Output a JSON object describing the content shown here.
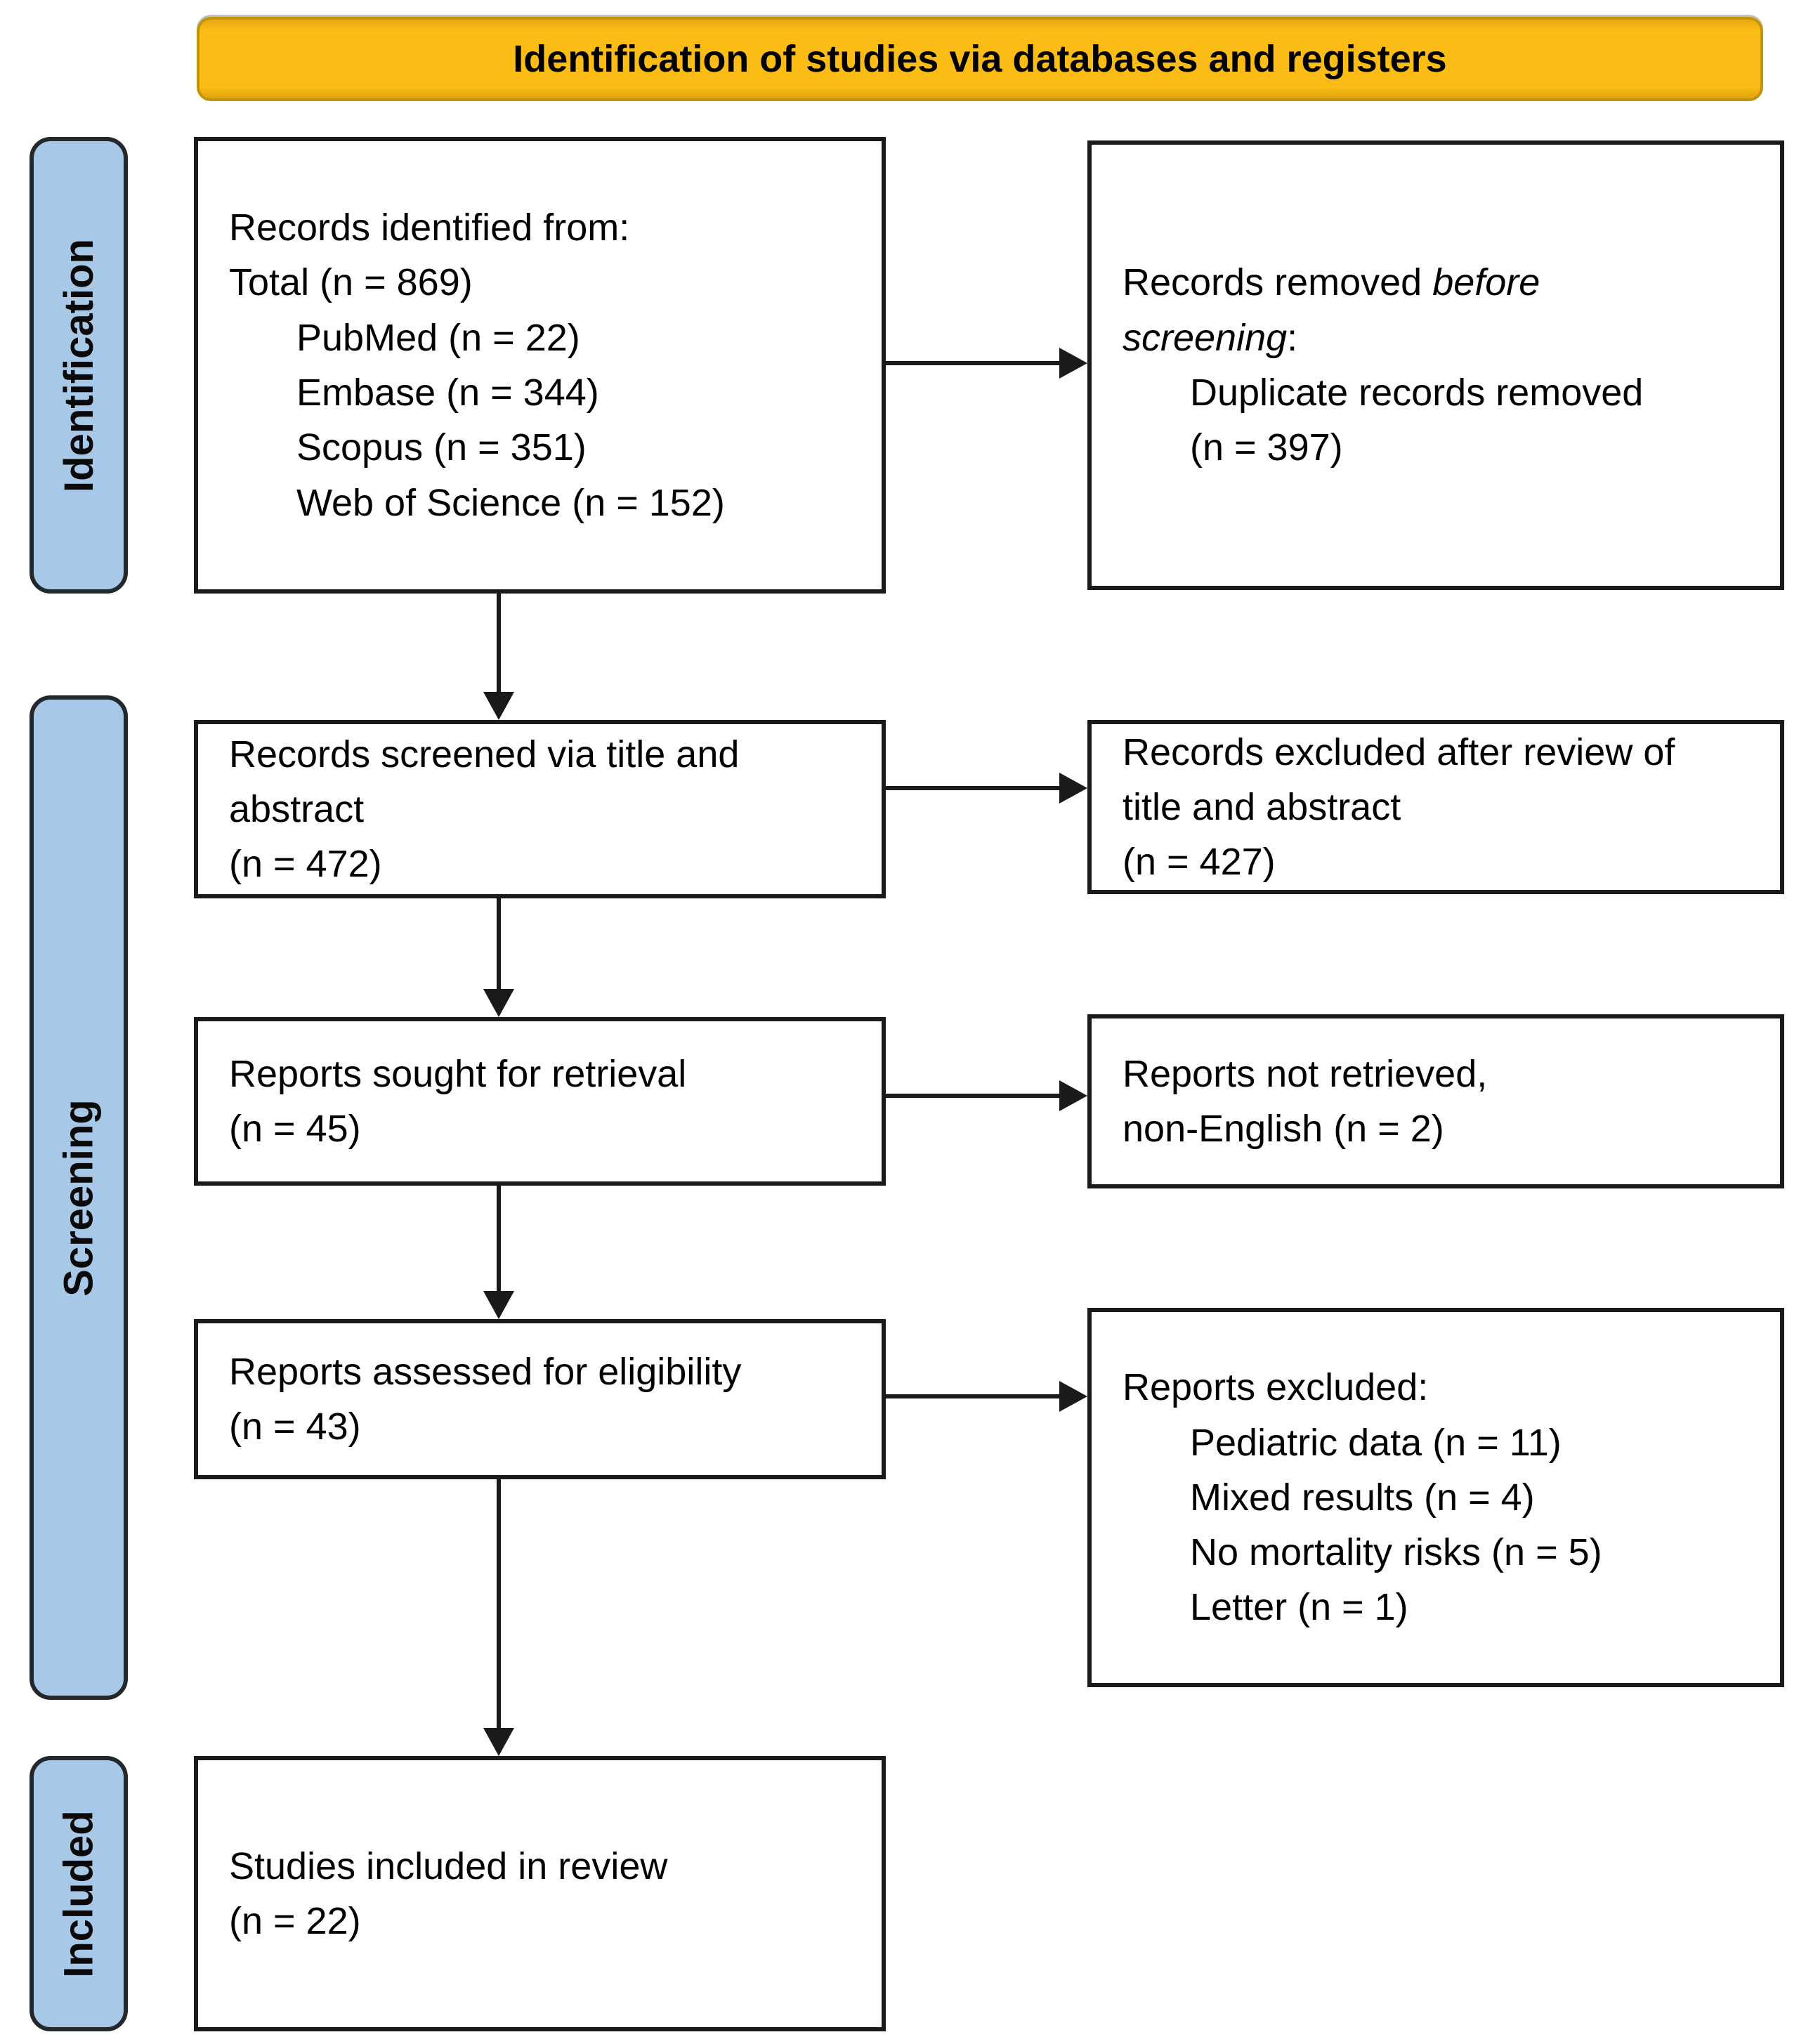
{
  "banner": {
    "label": "Identification of studies via databases and registers"
  },
  "colors": {
    "banner_bg": "#FBBC15",
    "banner_edge": "#C2930F",
    "sidebar_bg": "#A8C8E8",
    "line_color": "#1A1A1A"
  },
  "sidebar": {
    "items": [
      {
        "id": "identification",
        "label": "Identification"
      },
      {
        "id": "screening",
        "label": "Screening"
      },
      {
        "id": "included",
        "label": "Included"
      }
    ]
  },
  "flow": {
    "boxes": {
      "records_identified": {
        "lines": [
          {
            "indent": 0,
            "segments": [
              {
                "text": "Records identified from:"
              }
            ]
          },
          {
            "indent": 0,
            "segments": [
              {
                "text": "Total (n = 869)"
              }
            ]
          },
          {
            "indent": 1,
            "segments": [
              {
                "text": "PubMed (n = 22)"
              }
            ]
          },
          {
            "indent": 1,
            "segments": [
              {
                "text": "Embase (n = 344)"
              }
            ]
          },
          {
            "indent": 1,
            "segments": [
              {
                "text": "Scopus (n = 351)"
              }
            ]
          },
          {
            "indent": 1,
            "segments": [
              {
                "text": "Web of Science (n = 152)"
              }
            ]
          }
        ]
      },
      "records_removed": {
        "lines": [
          {
            "indent": 0,
            "segments": [
              {
                "text": "Records removed "
              },
              {
                "text": "before",
                "italic": true
              }
            ]
          },
          {
            "indent": 0,
            "segments": [
              {
                "text": "screening",
                "italic": true
              },
              {
                "text": ":"
              }
            ]
          },
          {
            "indent": 1,
            "segments": [
              {
                "text": "Duplicate records removed"
              }
            ]
          },
          {
            "indent": 1,
            "segments": [
              {
                "text": "(n = 397)"
              }
            ]
          }
        ]
      },
      "records_screened": {
        "lines": [
          {
            "indent": 0,
            "segments": [
              {
                "text": "Records screened via title and"
              }
            ]
          },
          {
            "indent": 0,
            "segments": [
              {
                "text": "abstract"
              }
            ]
          },
          {
            "indent": 0,
            "segments": [
              {
                "text": "(n = 472)"
              }
            ]
          }
        ]
      },
      "records_excluded": {
        "lines": [
          {
            "indent": 0,
            "segments": [
              {
                "text": "Records excluded after review of"
              }
            ]
          },
          {
            "indent": 0,
            "segments": [
              {
                "text": "title and abstract"
              }
            ]
          },
          {
            "indent": 0,
            "segments": [
              {
                "text": "(n = 427)"
              }
            ]
          }
        ]
      },
      "reports_sought": {
        "lines": [
          {
            "indent": 0,
            "segments": [
              {
                "text": "Reports sought for retrieval"
              }
            ]
          },
          {
            "indent": 0,
            "segments": [
              {
                "text": "(n = 45)"
              }
            ]
          }
        ]
      },
      "reports_not_retrieved": {
        "lines": [
          {
            "indent": 0,
            "segments": [
              {
                "text": "Reports not retrieved,"
              }
            ]
          },
          {
            "indent": 0,
            "segments": [
              {
                "text": "non-English (n = 2)"
              }
            ]
          }
        ]
      },
      "reports_assessed": {
        "lines": [
          {
            "indent": 0,
            "segments": [
              {
                "text": "Reports assessed for eligibility"
              }
            ]
          },
          {
            "indent": 0,
            "segments": [
              {
                "text": "(n = 43)"
              }
            ]
          }
        ]
      },
      "reports_excluded": {
        "lines": [
          {
            "indent": 0,
            "segments": [
              {
                "text": "Reports excluded:"
              }
            ]
          },
          {
            "indent": 1,
            "segments": [
              {
                "text": "Pediatric data (n = 11)"
              }
            ]
          },
          {
            "indent": 1,
            "segments": [
              {
                "text": "Mixed results (n = 4)"
              }
            ]
          },
          {
            "indent": 1,
            "segments": [
              {
                "text": "No mortality risks (n = 5)"
              }
            ]
          },
          {
            "indent": 1,
            "segments": [
              {
                "text": "Letter (n = 1)"
              }
            ]
          }
        ]
      },
      "studies_included": {
        "lines": [
          {
            "indent": 0,
            "segments": [
              {
                "text": "Studies included in review"
              }
            ]
          },
          {
            "indent": 0,
            "segments": [
              {
                "text": "(n = 22)"
              }
            ]
          }
        ]
      }
    }
  }
}
